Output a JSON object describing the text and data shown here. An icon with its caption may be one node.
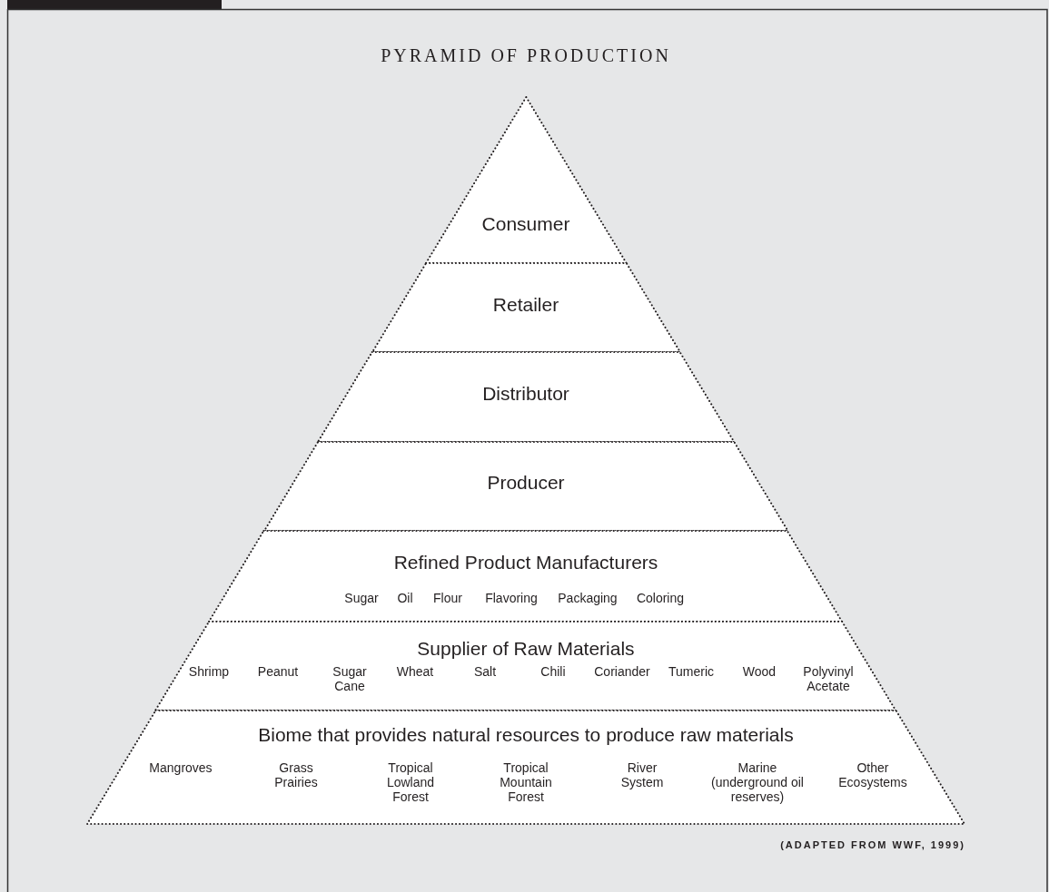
{
  "diagram": {
    "title": "PYRAMID OF PRODUCTION",
    "caption": "(ADAPTED FROM WWF, 1999)",
    "nodes": [
      {
        "text": [
          "Consumer"
        ]
      },
      {
        "text": [
          "Retailer"
        ]
      },
      {
        "text": [
          "Distributor"
        ]
      },
      {
        "text": [
          "Producer"
        ]
      },
      {
        "text": [
          "Refined Product Manufacturers",
          "Sugar",
          "Oil",
          "Flour",
          "Flavoring",
          "Packaging",
          "Coloring"
        ]
      },
      {
        "text": [
          "Supplier of Raw Materials",
          "Shrimp",
          "Peanut",
          "Sugar Cane",
          "Wheat",
          "Salt",
          "Chili",
          "Coriander",
          "Tumeric",
          "Wood",
          "Polyvinyl Acetate"
        ]
      },
      {
        "text": [
          "Biome that provides natural resources to produce raw materials",
          "Mangroves",
          "Grass Prairies",
          "Tropical Lowland Forest",
          "Tropical Mountain Forest",
          "River System",
          "Marine (underground oil reserves)",
          "Other Ecosystems"
        ]
      }
    ],
    "edges": []
  }
}
